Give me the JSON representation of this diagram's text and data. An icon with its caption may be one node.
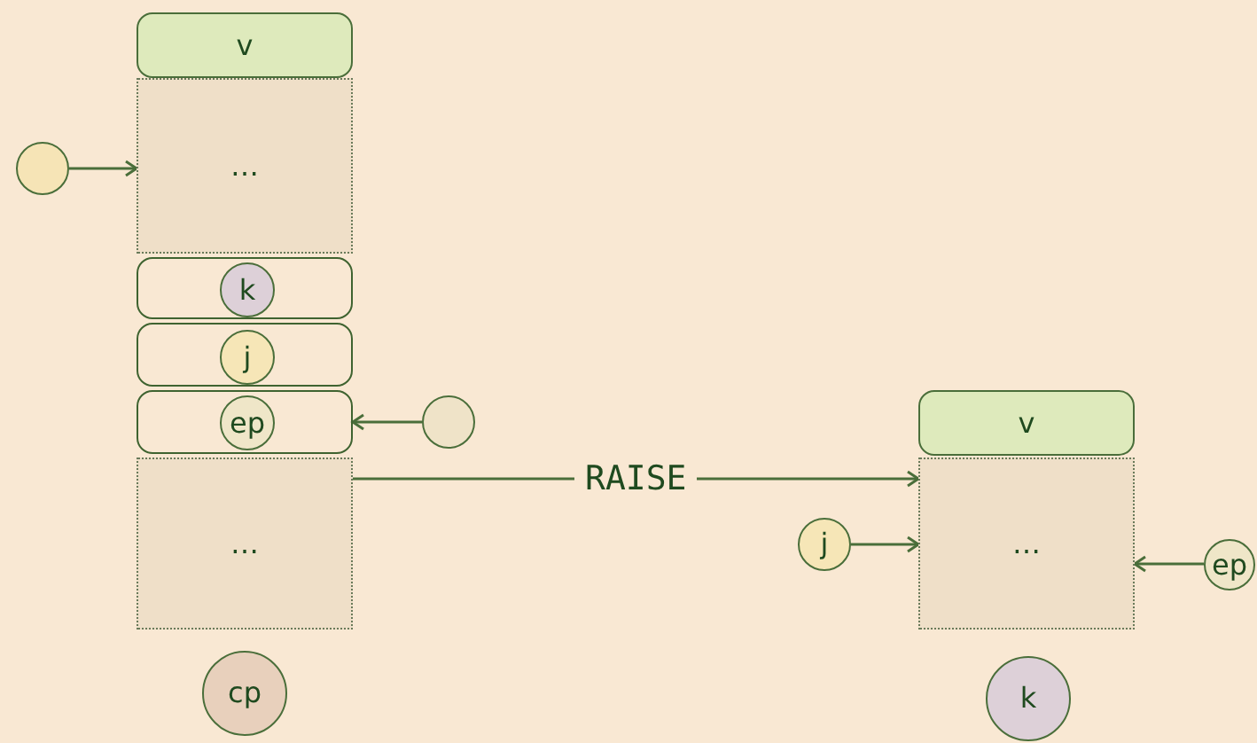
{
  "diagram": {
    "nodes": [
      {
        "text": [
          "v"
        ]
      },
      {
        "text": [
          "…"
        ]
      },
      {
        "text": [],
        "shape": "box"
      },
      {
        "text": [
          "k"
        ],
        "in": 2
      },
      {
        "text": [],
        "shape": "box"
      },
      {
        "text": [
          "j"
        ],
        "in": 4
      },
      {
        "text": [],
        "shape": "box"
      },
      {
        "text": [
          "ep"
        ],
        "in": 6
      },
      {
        "text": [
          "…"
        ]
      },
      {
        "text": [
          "cp"
        ]
      },
      {
        "text": [],
        "shape": "circle"
      },
      {
        "text": [],
        "shape": "circle"
      },
      {
        "text": [
          "v"
        ]
      },
      {
        "text": [
          "…"
        ]
      },
      {
        "text": [
          "j"
        ]
      },
      {
        "text": [
          "ep"
        ]
      },
      {
        "text": [
          "k"
        ]
      }
    ],
    "edges": [
      {
        "from": 10,
        "to": 1,
        "arrow": "to"
      },
      {
        "from": 11,
        "to": 6,
        "arrow": "to"
      },
      {
        "from": 8,
        "to": 13,
        "label": "RAISE",
        "arrow": "to"
      },
      {
        "from": 14,
        "to": 13,
        "arrow": "to"
      },
      {
        "from": 15,
        "to": 13,
        "arrow": "to"
      }
    ]
  }
}
